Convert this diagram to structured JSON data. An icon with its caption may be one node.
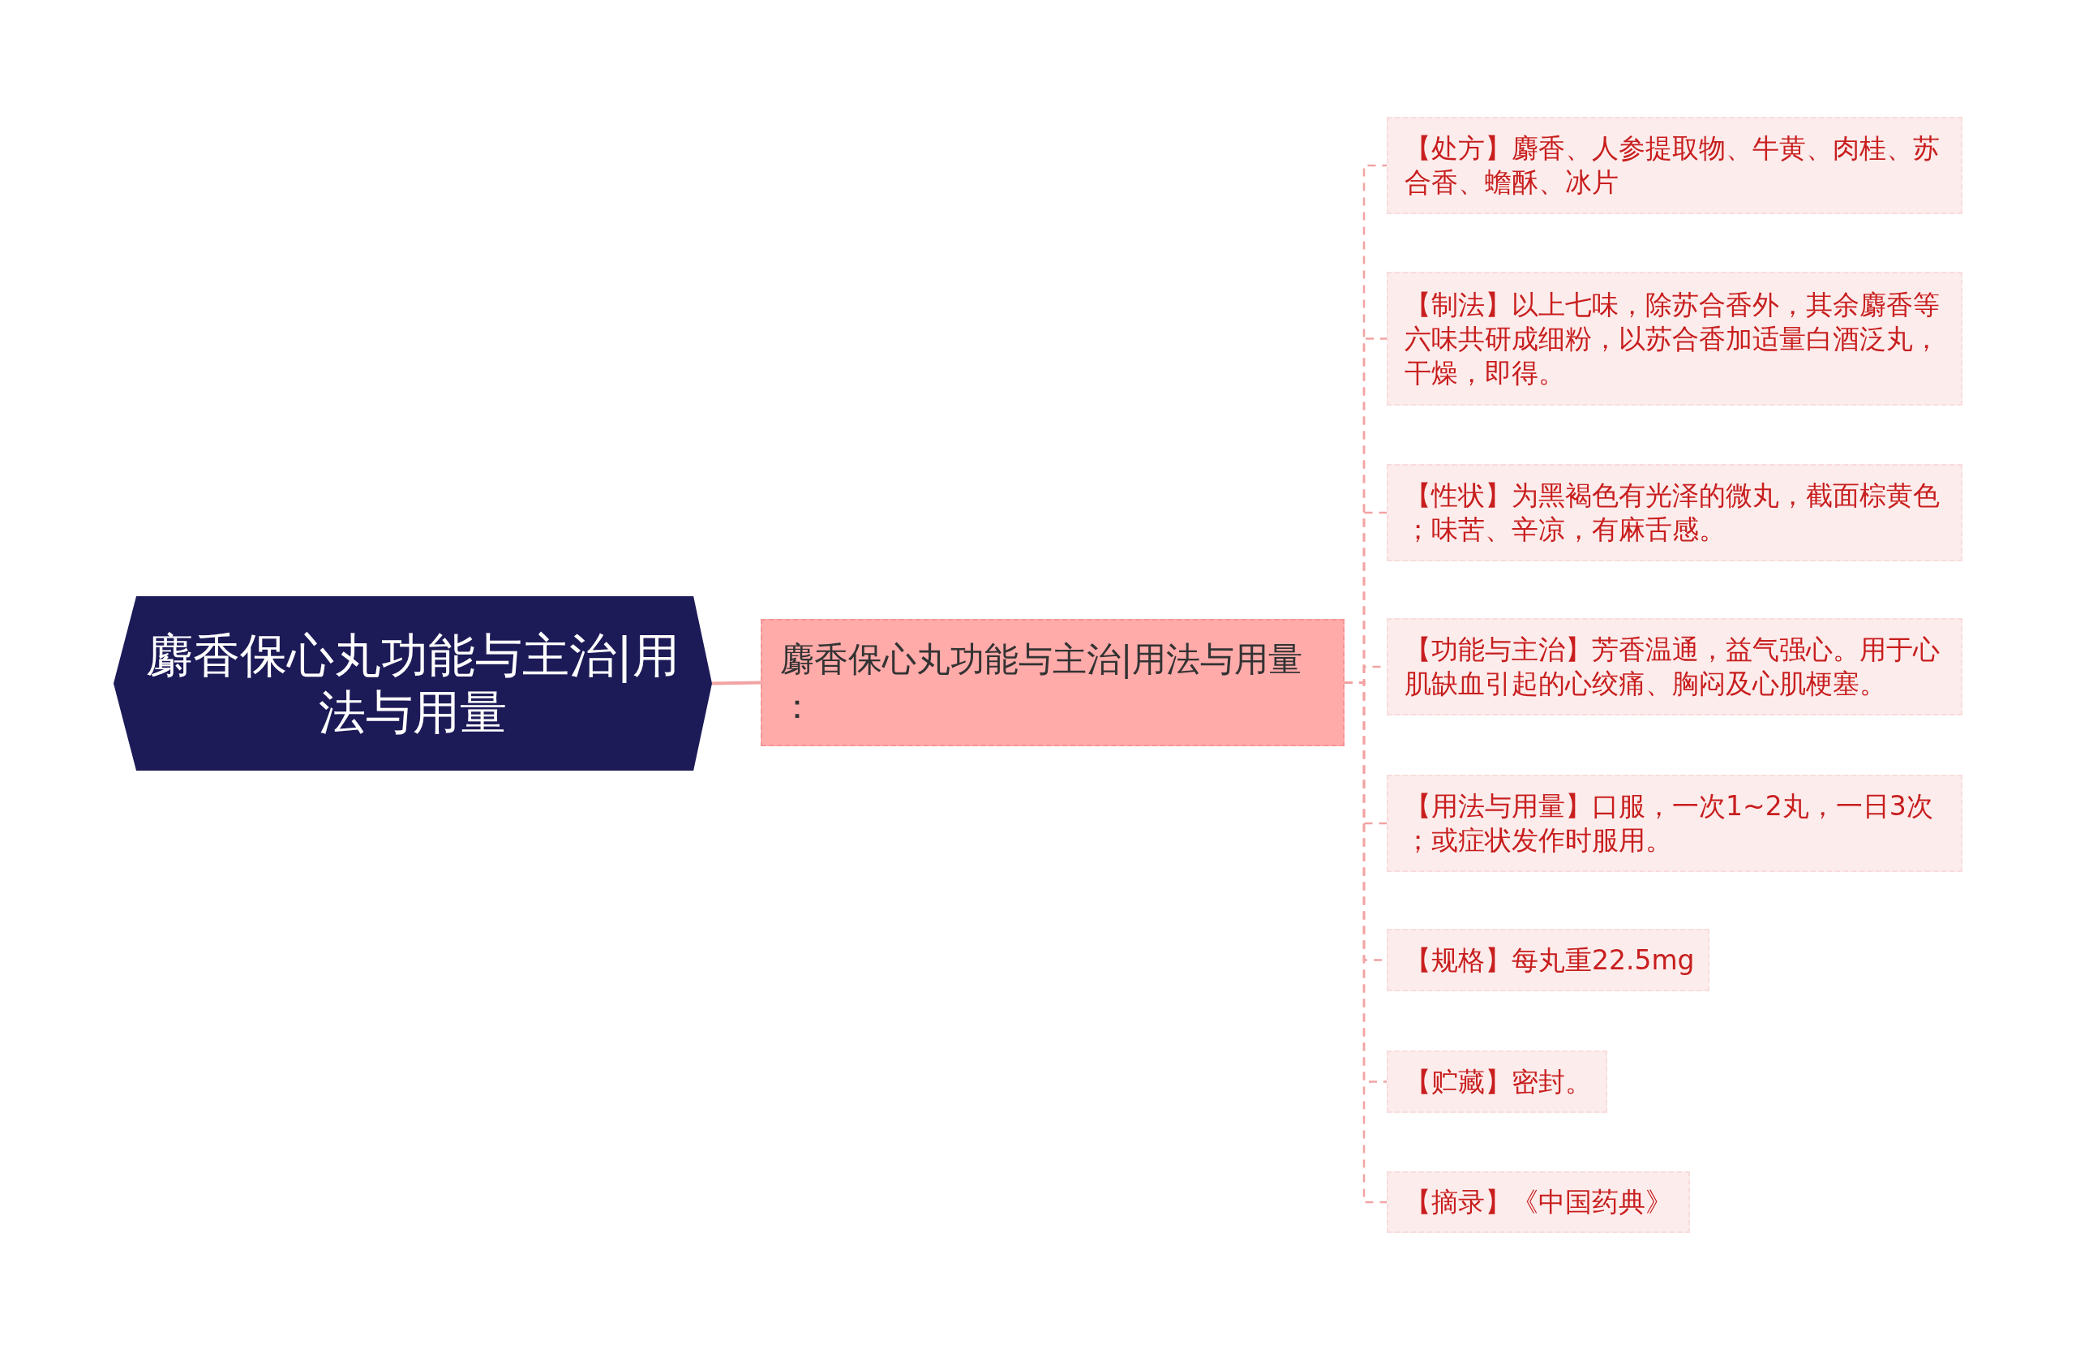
{
  "diagram": {
    "nodes": [
      {
        "text": [
          "麝香保心丸功能与主治|用法与用量"
        ]
      },
      {
        "text": [
          "麝香保心丸功能与主治|用法与用量："
        ]
      },
      {
        "text": [
          "【处方】麝香、人参提取物、牛黄、肉桂、苏合香、蟾酥、冰片"
        ]
      },
      {
        "text": [
          "【制法】以上七味，除苏合香外，其余麝香等六味共研成细粉，以苏合香加适量白酒泛丸，干燥，即得。"
        ]
      },
      {
        "text": [
          "【性状】为黑褐色有光泽的微丸，截面棕黄色；味苦、辛凉，有麻舌感。"
        ]
      },
      {
        "text": [
          "【功能与主治】芳香温通，益气强心。用于心肌缺血引起的心绞痛、胸闷及心肌梗塞。"
        ]
      },
      {
        "text": [
          "【用法与用量】口服，一次1~2丸，一日3次；或症状发作时服用。"
        ]
      },
      {
        "text": [
          "【规格】每丸重22.5mg"
        ]
      },
      {
        "text": [
          "【贮藏】密封。"
        ]
      },
      {
        "text": [
          "【摘录】《中国药典》"
        ]
      }
    ],
    "edges": [
      {
        "from": 0,
        "to": 1,
        "arrow": "none"
      },
      {
        "from": 1,
        "to": 2,
        "arrow": "none",
        "style": "dashed"
      },
      {
        "from": 1,
        "to": 3,
        "arrow": "none",
        "style": "dashed"
      },
      {
        "from": 1,
        "to": 4,
        "arrow": "none",
        "style": "dashed"
      },
      {
        "from": 1,
        "to": 5,
        "arrow": "none",
        "style": "dashed"
      },
      {
        "from": 1,
        "to": 6,
        "arrow": "none",
        "style": "dashed"
      },
      {
        "from": 1,
        "to": 7,
        "arrow": "none",
        "style": "dashed"
      },
      {
        "from": 1,
        "to": 8,
        "arrow": "none",
        "style": "dashed"
      },
      {
        "from": 1,
        "to": 9,
        "arrow": "none",
        "style": "dashed"
      }
    ]
  }
}
